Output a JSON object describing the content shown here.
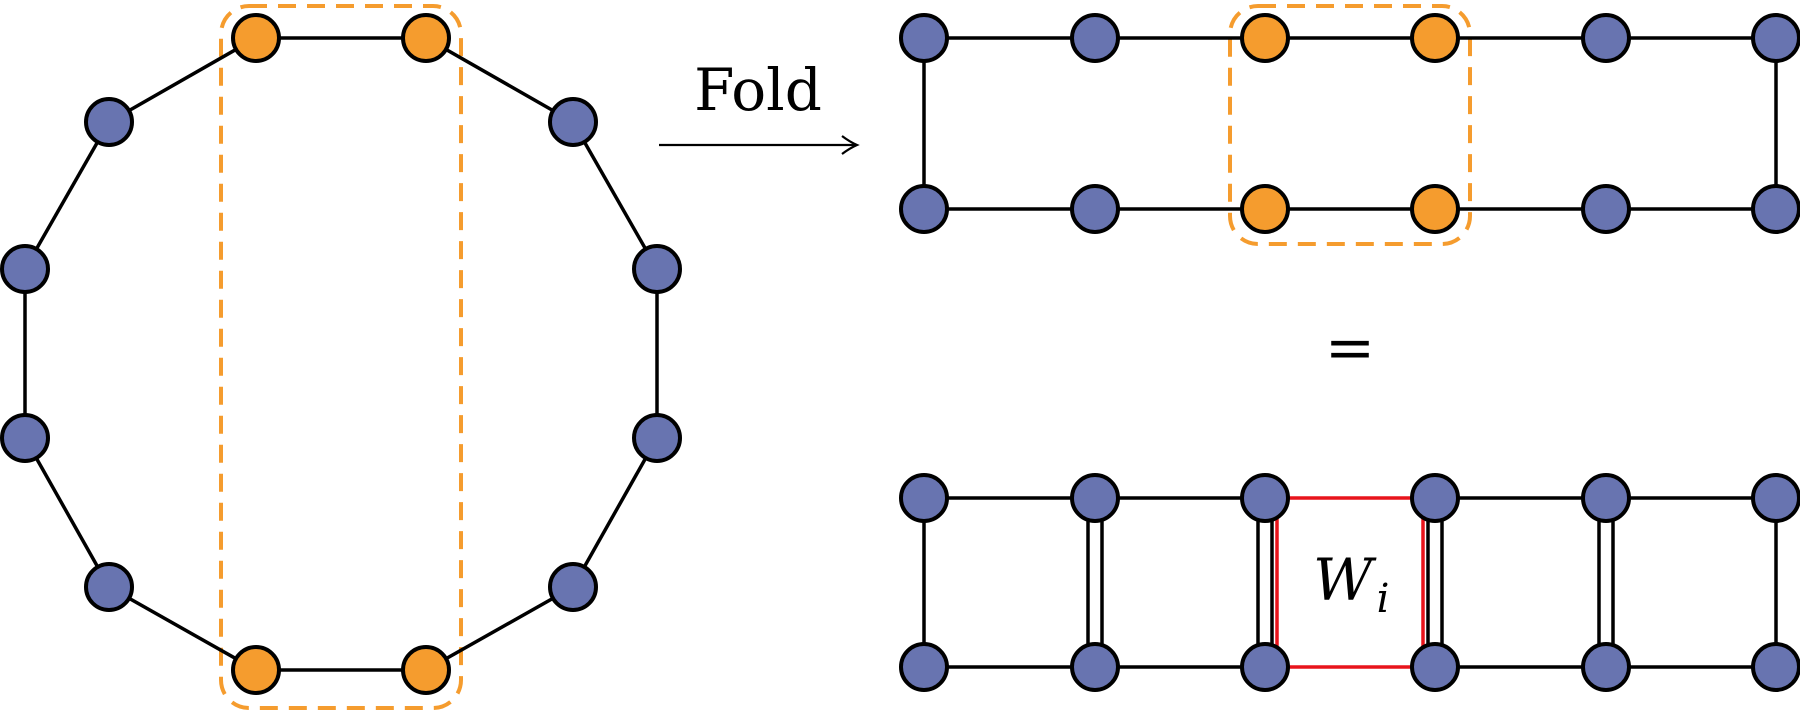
{
  "colors": {
    "blue_node": "#6874b0",
    "orange_node": "#f59c2e",
    "highlight_box": "#f59c2e",
    "red_edge": "#e8141b",
    "edge": "#000000"
  },
  "labels": {
    "fold": "Fold",
    "equals": "=",
    "w_main": "W",
    "w_sub": "i"
  }
}
